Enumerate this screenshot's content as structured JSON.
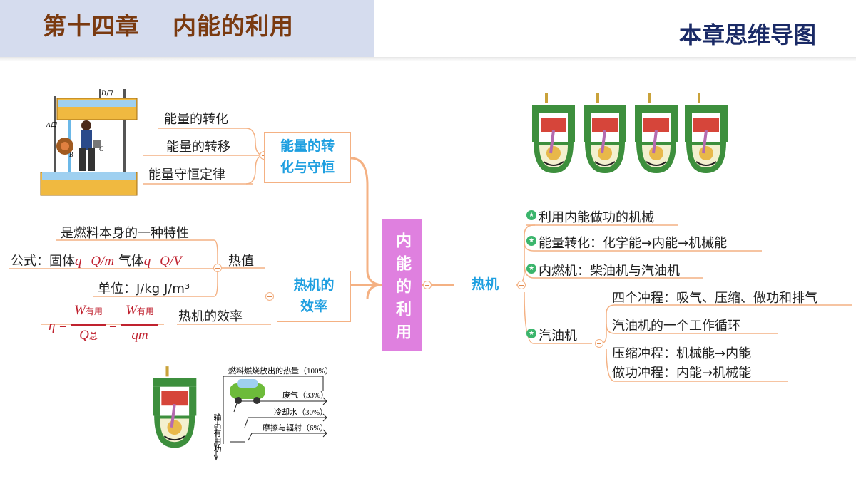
{
  "header": {
    "chapter_number": "第十四章",
    "chapter_name": "内能的利用",
    "mindmap_label": "本章思维导图"
  },
  "center": {
    "label": "内能的利用"
  },
  "branch_energy": {
    "label_line1": "能量的转",
    "label_line2": "化与守恒",
    "items": [
      "能量的转化",
      "能量的转移",
      "能量守恒定律"
    ],
    "illustration_labels": {
      "d": "D口",
      "a": "A口",
      "b": "B",
      "c": "C"
    }
  },
  "branch_efficiency": {
    "label_line1": "热机的",
    "label_line2": "效率",
    "heat_value": {
      "label": "热值",
      "nature": "是燃料本身的一种特性",
      "formula_prefix": "公式：固体",
      "formula_solid": "q=Q/m",
      "formula_mid": "气体",
      "formula_gas": "q=Q/V",
      "unit": "单位：J/kg   J/m³"
    },
    "efficiency": {
      "label": "热机的效率",
      "eta": "η",
      "equals": "=",
      "num1_main": "W",
      "num1_sub": "有用",
      "den1_main": "Q",
      "den1_sub": "总",
      "num2_main": "W",
      "num2_sub": "有用",
      "den2": "qm"
    }
  },
  "branch_engine": {
    "label": "热机",
    "items": [
      {
        "text": "利用内能做功的机械"
      },
      {
        "text": "能量转化：化学能→内能→机械能"
      },
      {
        "text": "内燃机：柴油机与汽油机"
      },
      {
        "text": "汽油机"
      }
    ],
    "gasoline": [
      "四个冲程：吸气、压缩、做功和排气",
      "汽油机的一个工作循环",
      "压缩冲程：机械能→内能",
      "做功冲程：内能→机械能"
    ]
  },
  "energy_flow": {
    "total": "燃料燃烧放出的热量（100%）",
    "exhaust": "废气（33%）",
    "cooling": "冷却水（30%）",
    "friction": "摩擦与辐射（6%）",
    "useful": "输出有用功"
  },
  "colors": {
    "title_band": "#d5dcee",
    "chapter_title": "#7a3a10",
    "mindmap_label": "#1a2a66",
    "center": "#df80df",
    "box_border": "#f4b183",
    "box_text": "#1e9fe0",
    "connector": "#f4b183",
    "formula": "#c0222f",
    "bullet": "#3bb56c",
    "engine_body": "#3d8f3d"
  },
  "icons": [
    "minus-toggle-icon",
    "star-bullet-icon",
    "engine-cylinder-icon",
    "water-wheel-illustration",
    "car-icon"
  ]
}
